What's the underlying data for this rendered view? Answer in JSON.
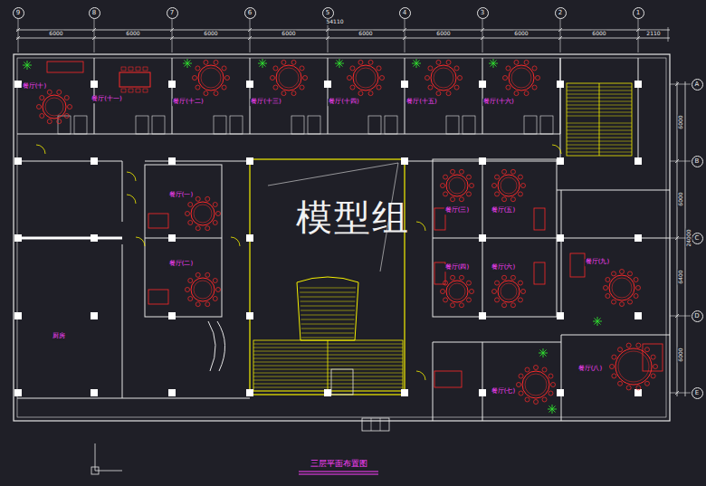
{
  "diagram": {
    "caption": "三层平面布置图",
    "nodes": [
      {
        "text": [
          "9"
        ]
      },
      {
        "text": [
          "8"
        ]
      },
      {
        "text": [
          "7"
        ]
      },
      {
        "text": [
          "6"
        ]
      },
      {
        "text": [
          "5"
        ]
      },
      {
        "text": [
          "4"
        ]
      },
      {
        "text": [
          "3"
        ]
      },
      {
        "text": [
          "2"
        ]
      },
      {
        "text": [
          "1"
        ]
      },
      {
        "text": [
          "A"
        ]
      },
      {
        "text": [
          "B"
        ]
      },
      {
        "text": [
          "C"
        ]
      },
      {
        "text": [
          "D"
        ]
      },
      {
        "text": [
          "E"
        ]
      }
    ],
    "labels": [
      "54110",
      "6000",
      "6000",
      "6000",
      "6000",
      "6000",
      "6000",
      "6000",
      "6000",
      "2110",
      "6000",
      "6000",
      "6400",
      "6000",
      "24000",
      "餐厅(十)",
      "餐厅(十一)",
      "餐厅(十二)",
      "餐厅(十三)",
      "餐厅(十四)",
      "餐厅(十五)",
      "餐厅(十六)",
      "餐厅(一)",
      "餐厅(二)",
      "餐厅(三)",
      "餐厅(五)",
      "餐厅(四)",
      "餐厅(六)",
      "餐厅(九)",
      "餐厅(八)",
      "餐厅(七)",
      "厨房",
      "模型组"
    ]
  }
}
